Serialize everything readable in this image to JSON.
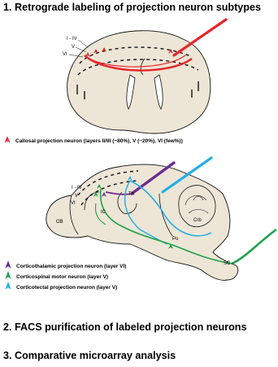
{
  "headings": {
    "step1": "1. Retrograde labeling of projection neuron subtypes",
    "step2": "2. FACS purification of labeled projection neurons",
    "step3": "3. Comparative microarray analysis"
  },
  "coronal": {
    "layer_labels": [
      "I - IV",
      "V",
      "VI"
    ],
    "legend": "Callosal projection neuron (layers II/III (~80%), V (~20%), VI (few%))",
    "legend_color": "#e8262b"
  },
  "sagittal": {
    "layer_labels": [
      "I - IV",
      "V",
      "VI"
    ],
    "region_labels": {
      "ob": "OB",
      "ic": "IC",
      "th": "Th",
      "crb": "Crb",
      "po": "Po",
      "sc": "SC"
    },
    "legend": [
      {
        "label": "Corticothalamic projection neuron (layer VI)",
        "color": "#6b2c91"
      },
      {
        "label": "Corticospinal motor neuron (layer V)",
        "color": "#1ea24a"
      },
      {
        "label": "Corticotectal projection neuron (layer V)",
        "color": "#22aee6"
      }
    ]
  },
  "colors": {
    "brain_fill": "#ede6d6",
    "outline": "#111111",
    "callosal": "#e8262b",
    "corticothalamic": "#6b2c91",
    "corticospinal": "#1ea24a",
    "corticotectal": "#22aee6"
  }
}
